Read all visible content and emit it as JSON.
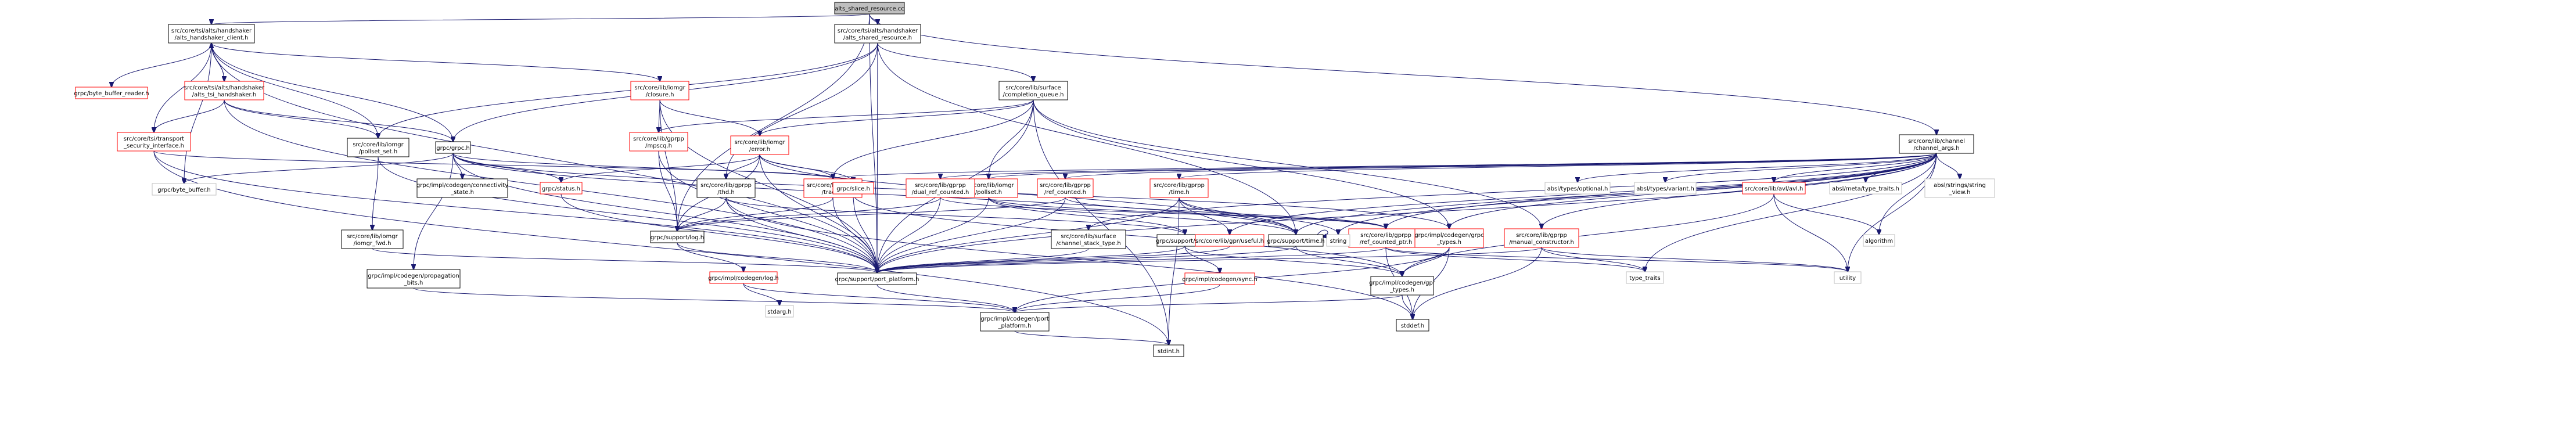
{
  "diagram": {
    "type": "include-dependency-graph",
    "root": "alts_shared_resource.cc",
    "nodes": [
      {
        "id": "n0",
        "lines": [
          "alts_shared_resource.cc"
        ],
        "style": "root"
      },
      {
        "id": "n1",
        "lines": [
          "src/core/tsi/alts/handshaker",
          "/alts_handshaker_client.h"
        ],
        "style": "black"
      },
      {
        "id": "n2",
        "lines": [
          "src/core/tsi/alts/handshaker",
          "/alts_shared_resource.h"
        ],
        "style": "black"
      },
      {
        "id": "n3",
        "lines": [
          "src/core/lib/channel",
          "/channel_args.h"
        ],
        "style": "black"
      },
      {
        "id": "n4",
        "lines": [
          "grpc/byte_buffer_reader.h"
        ],
        "style": "red"
      },
      {
        "id": "n5",
        "lines": [
          "src/core/tsi/alts/handshaker",
          "/alts_tsi_handshaker.h"
        ],
        "style": "red"
      },
      {
        "id": "n6",
        "lines": [
          "src/core/lib/iomgr",
          "/closure.h"
        ],
        "style": "red"
      },
      {
        "id": "n7",
        "lines": [
          "src/core/lib/surface",
          "/completion_queue.h"
        ],
        "style": "black"
      },
      {
        "id": "n8",
        "lines": [
          "src/core/tsi/transport",
          "_security_interface.h"
        ],
        "style": "red"
      },
      {
        "id": "n9",
        "lines": [
          "src/core/lib/iomgr",
          "/pollset_set.h"
        ],
        "style": "black"
      },
      {
        "id": "n10",
        "lines": [
          "grpc/grpc.h"
        ],
        "style": "black"
      },
      {
        "id": "n11",
        "lines": [
          "src/core/lib/gprpp",
          "/mpscq.h"
        ],
        "style": "red"
      },
      {
        "id": "n12",
        "lines": [
          "src/core/lib/iomgr",
          "/error.h"
        ],
        "style": "red"
      },
      {
        "id": "n13",
        "lines": [
          "grpc/byte_buffer.h"
        ],
        "style": "gray"
      },
      {
        "id": "n14",
        "lines": [
          "grpc/impl/codegen/connectivity",
          "_state.h"
        ],
        "style": "black"
      },
      {
        "id": "n15",
        "lines": [
          "grpc/status.h"
        ],
        "style": "red"
      },
      {
        "id": "n16",
        "lines": [
          "src/core/lib/gprpp",
          "/thd.h"
        ],
        "style": "black"
      },
      {
        "id": "n17",
        "lines": [
          "src/core/lib/debug",
          "/trace.h"
        ],
        "style": "red"
      },
      {
        "id": "n18",
        "lines": [
          "grpc/slice.h"
        ],
        "style": "red"
      },
      {
        "id": "n19",
        "lines": [
          "src/core/lib/iomgr",
          "/pollset.h"
        ],
        "style": "red"
      },
      {
        "id": "n20",
        "lines": [
          "src/core/lib/iomgr",
          "/iomgr_fwd.h"
        ],
        "style": "black"
      },
      {
        "id": "n21",
        "lines": [
          "grpc/support/log.h"
        ],
        "style": "black"
      },
      {
        "id": "n22",
        "lines": [
          "src/core/lib/surface",
          "/channel_stack_type.h"
        ],
        "style": "black"
      },
      {
        "id": "n23",
        "lines": [
          "grpc/support/sync.h"
        ],
        "style": "black"
      },
      {
        "id": "n24",
        "lines": [
          "grpc/support/time.h"
        ],
        "style": "black"
      },
      {
        "id": "n25",
        "lines": [
          "grpc/impl/codegen/propagation",
          "_bits.h"
        ],
        "style": "black"
      },
      {
        "id": "n26",
        "lines": [
          "grpc/impl/codegen/log.h"
        ],
        "style": "red"
      },
      {
        "id": "n27",
        "lines": [
          "grpc/support/port_platform.h"
        ],
        "style": "black"
      },
      {
        "id": "n28",
        "lines": [
          "grpc/impl/codegen/sync.h"
        ],
        "style": "red"
      },
      {
        "id": "n29",
        "lines": [
          "grpc/impl/codegen/gpr",
          "_types.h"
        ],
        "style": "black"
      },
      {
        "id": "n30",
        "lines": [
          "stdarg.h"
        ],
        "style": "gray"
      },
      {
        "id": "n31",
        "lines": [
          "grpc/impl/codegen/port",
          "_platform.h"
        ],
        "style": "black"
      },
      {
        "id": "n32",
        "lines": [
          "stdint.h"
        ],
        "style": "black"
      },
      {
        "id": "n33",
        "lines": [
          "stddef.h"
        ],
        "style": "black"
      },
      {
        "id": "n34",
        "lines": [
          "src/core/lib/gprpp",
          "/dual_ref_counted.h"
        ],
        "style": "red"
      },
      {
        "id": "n35",
        "lines": [
          "src/core/lib/gprpp",
          "/ref_counted.h"
        ],
        "style": "red"
      },
      {
        "id": "n36",
        "lines": [
          "src/core/lib/gprpp",
          "/time.h"
        ],
        "style": "red"
      },
      {
        "id": "n37",
        "lines": [
          "src/core/lib/gprpp",
          "/ref_counted_ptr.h"
        ],
        "style": "red"
      },
      {
        "id": "n38",
        "lines": [
          "src/core/lib/gpr/useful.h"
        ],
        "style": "red"
      },
      {
        "id": "n39",
        "lines": [
          "string"
        ],
        "style": "gray"
      },
      {
        "id": "n40",
        "lines": [
          "grpc/impl/codegen/grpc",
          "_types.h"
        ],
        "style": "red"
      },
      {
        "id": "n41",
        "lines": [
          "src/core/lib/gprpp",
          "/manual_constructor.h"
        ],
        "style": "red"
      },
      {
        "id": "n42",
        "lines": [
          "absl/types/optional.h"
        ],
        "style": "gray"
      },
      {
        "id": "n43",
        "lines": [
          "absl/types/variant.h"
        ],
        "style": "gray"
      },
      {
        "id": "n44",
        "lines": [
          "src/core/lib/avl/avl.h"
        ],
        "style": "red"
      },
      {
        "id": "n45",
        "lines": [
          "algorithm"
        ],
        "style": "gray"
      },
      {
        "id": "n46",
        "lines": [
          "absl/meta/type_traits.h"
        ],
        "style": "gray"
      },
      {
        "id": "n47",
        "lines": [
          "absl/strings/string",
          "_view.h"
        ],
        "style": "gray"
      },
      {
        "id": "n48",
        "lines": [
          "type_traits"
        ],
        "style": "gray"
      },
      {
        "id": "n49",
        "lines": [
          "utility"
        ],
        "style": "gray"
      }
    ]
  }
}
